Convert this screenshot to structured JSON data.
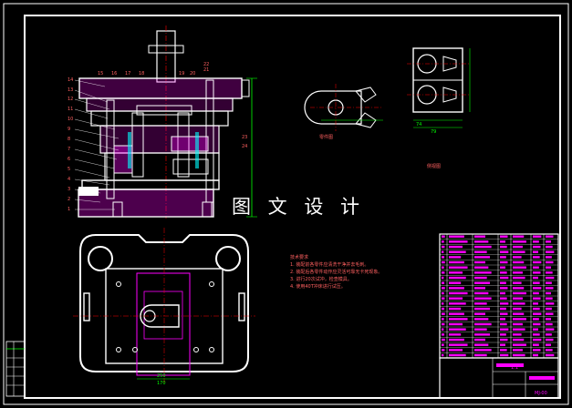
{
  "drawing": {
    "watermark": "图 文 设 计",
    "part_number_labels": [
      "14",
      "13",
      "12",
      "11",
      "10",
      "9",
      "8",
      "7",
      "6",
      "5",
      "4",
      "3",
      "2",
      "1"
    ],
    "top_labels": [
      "15",
      "16",
      "17",
      "18",
      "19",
      "20",
      "21",
      "22"
    ],
    "right_labels": [
      "23",
      "24"
    ],
    "view_label_part": "零件图",
    "view_label_side": "侧视图",
    "tech_req_title": "技术要求",
    "tech_req_lines": [
      "1. 装配前各零件应清洗干净并去毛刺。",
      "2. 装配后各零件动作应灵活可靠无卡死现象。",
      "3. 进行20次试冲，检查模具。",
      "4. 使用40T冲床进行试压。"
    ],
    "dim_bottom": "250",
    "dim_bottom2": "170",
    "dim_side_small": "74",
    "dim_side_small2": "79",
    "title_block": {
      "drawing_no": "MJ-00",
      "scale": "1:1"
    },
    "colors": {
      "line": "#ffffff",
      "title_block": "#ff00ff",
      "dim": "#00ff00",
      "hatch": "#ff00ff",
      "center": "#ff0000",
      "label": "#ff6060"
    }
  }
}
